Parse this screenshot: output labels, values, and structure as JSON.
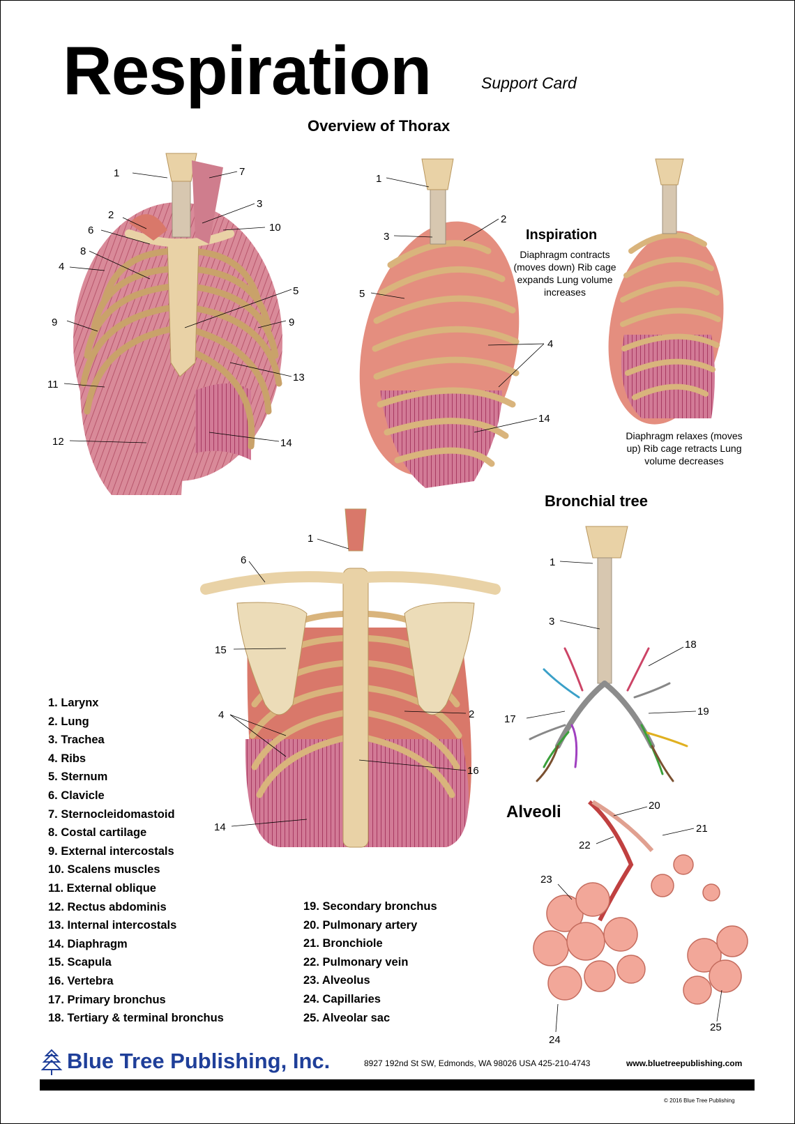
{
  "title": "Respiration",
  "subtitle": "Support Card",
  "section_overview": "Overview of Thorax",
  "inspiration": {
    "title": "Inspiration",
    "text": "Diaphragm contracts (moves down) Rib cage expands Lung volume increases"
  },
  "expiration_text": "Diaphragm relaxes (moves up) Rib cage retracts Lung volume decreases",
  "section_bronchial": "Bronchial tree",
  "section_alveoli": "Alveoli",
  "legend_left": [
    "1. Larynx",
    "2. Lung",
    "3. Trachea",
    "4. Ribs",
    "5. Sternum",
    "6. Clavicle",
    "7. Sternocleidomastoid",
    "8. Costal cartilage",
    "9. External intercostals",
    "10. Scalens muscles",
    "11. External oblique",
    "12. Rectus abdominis",
    "13. Internal intercostals",
    "14. Diaphragm",
    "15. Scapula",
    "16. Vertebra",
    "17. Primary bronchus",
    "18. Tertiary & terminal bronchus"
  ],
  "legend_right": [
    "19. Secondary bronchus",
    "20. Pulmonary artery",
    "21. Bronchiole",
    "22. Pulmonary vein",
    "23. Alveolus",
    "24. Capillaries",
    "25. Alveolar sac"
  ],
  "callouts": {
    "front": [
      "1",
      "7",
      "2",
      "3",
      "10",
      "6",
      "8",
      "4",
      "5",
      "9",
      "9",
      "13",
      "11",
      "12",
      "14"
    ],
    "side": [
      "1",
      "2",
      "3",
      "5",
      "4",
      "14"
    ],
    "back": [
      "1",
      "6",
      "15",
      "4",
      "2",
      "16",
      "14"
    ],
    "bronchial": [
      "1",
      "3",
      "18",
      "17",
      "19"
    ],
    "alveoli": [
      "20",
      "21",
      "22",
      "23",
      "24",
      "25"
    ]
  },
  "footer": {
    "company": "Blue Tree Publishing, Inc.",
    "address": "8927 192nd St SW, Edmonds, WA 98026 USA 425-210-4743",
    "website": "www.bluetreepublishing.com",
    "copyright": "© 2016 Blue Tree Publishing"
  },
  "colors": {
    "bone": "#e9d2a6",
    "bone_edge": "#b8965e",
    "lung": "#d9786a",
    "muscle": "#cf7d8d",
    "diaphragm": "#c04a72",
    "brand_blue": "#1f3f99"
  }
}
